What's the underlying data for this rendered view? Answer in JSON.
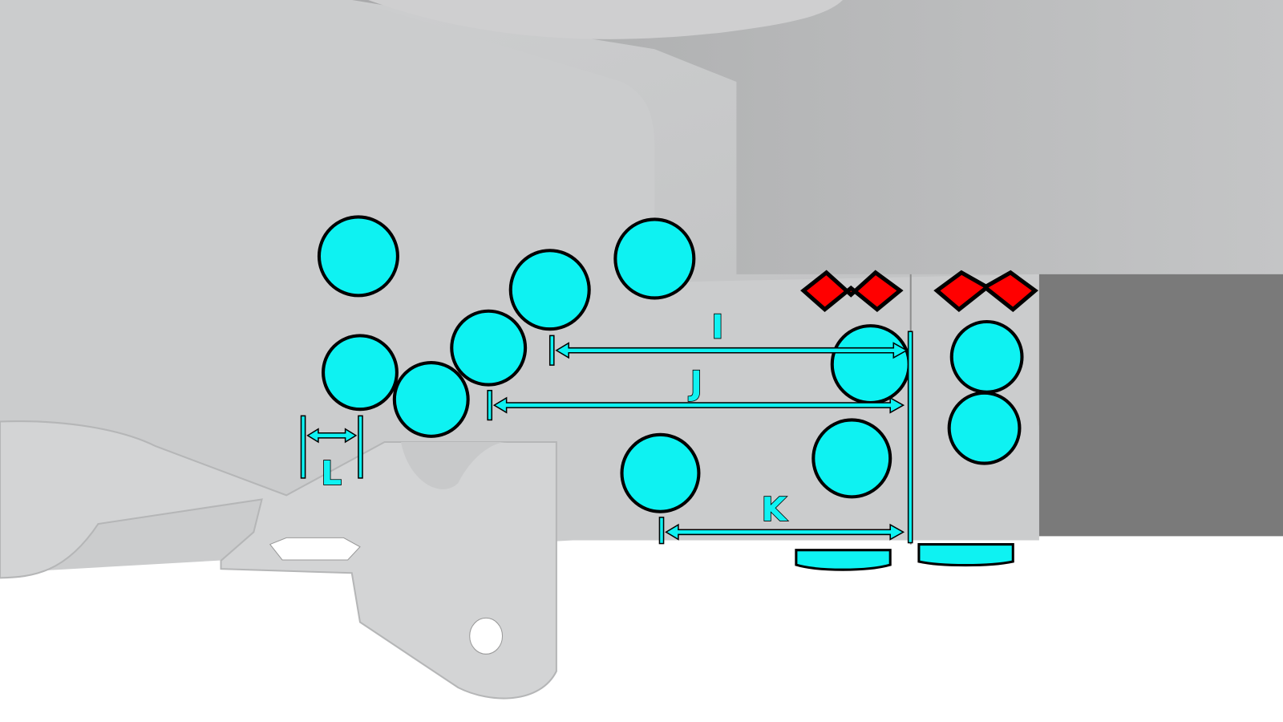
{
  "diagram": {
    "labels": {
      "I": "I",
      "J": "J",
      "K": "K",
      "L": "L"
    },
    "colors": {
      "fastener": "#0ef2f2",
      "marker": "#ff0000",
      "outline": "#000000",
      "metal": "#c8c9ca",
      "dark_panel": "#7a7a7a"
    },
    "fastener_count": 11,
    "marker_count": 2
  }
}
